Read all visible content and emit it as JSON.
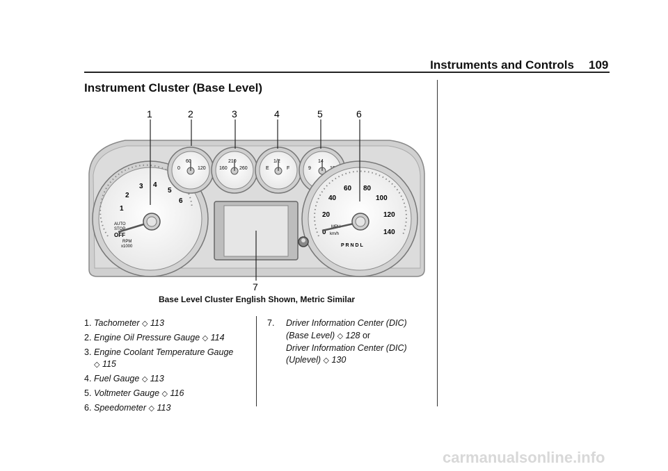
{
  "header": {
    "section": "Instruments and Controls",
    "page_number": "109"
  },
  "section_title": "Instrument Cluster (Base Level)",
  "figure": {
    "callouts": [
      "1",
      "2",
      "3",
      "4",
      "5",
      "6",
      "7"
    ],
    "caption": "Base Level Cluster English Shown, Metric Similar",
    "tach": {
      "ticks": [
        "1",
        "2",
        "3",
        "4",
        "5",
        "6"
      ],
      "auto_stop": [
        "AUTO",
        "STOP"
      ],
      "off": "OFF",
      "rpm": [
        "RPM",
        "x1000"
      ]
    },
    "oil": {
      "top": "60",
      "left": "0",
      "right": "120"
    },
    "coolant": {
      "top": "210",
      "left": "160",
      "right": "260"
    },
    "fuel": {
      "top": "1/2",
      "left": "E",
      "right": "F"
    },
    "volt": {
      "top": "14",
      "left": "9",
      "right": "19"
    },
    "speedo": {
      "ticks": [
        "0",
        "20",
        "40",
        "60",
        "80",
        "100",
        "120",
        "140"
      ],
      "mph": "MPH",
      "kmh": "km/h",
      "prndl": "P R N D L"
    }
  },
  "list_left": [
    {
      "num": "1.",
      "name": "Tachometer",
      "page": "113"
    },
    {
      "num": "2.",
      "name": "Engine Oil Pressure Gauge",
      "page": "114"
    },
    {
      "num": "3.",
      "name": "Engine Coolant Temperature Gauge",
      "page": "115"
    },
    {
      "num": "4.",
      "name": "Fuel Gauge",
      "page": "113"
    },
    {
      "num": "5.",
      "name": "Voltmeter Gauge",
      "page": "116"
    },
    {
      "num": "6.",
      "name": "Speedometer",
      "page": "113"
    }
  ],
  "list_right": {
    "num": "7.",
    "name1": "Driver Information Center (DIC) (Base Level)",
    "page1": "128",
    "or": "or",
    "name2": "Driver Information Center (DIC) (Uplevel)",
    "page2": "130"
  },
  "xref_symbol": "◇",
  "watermark": "carmanualsonline.info"
}
